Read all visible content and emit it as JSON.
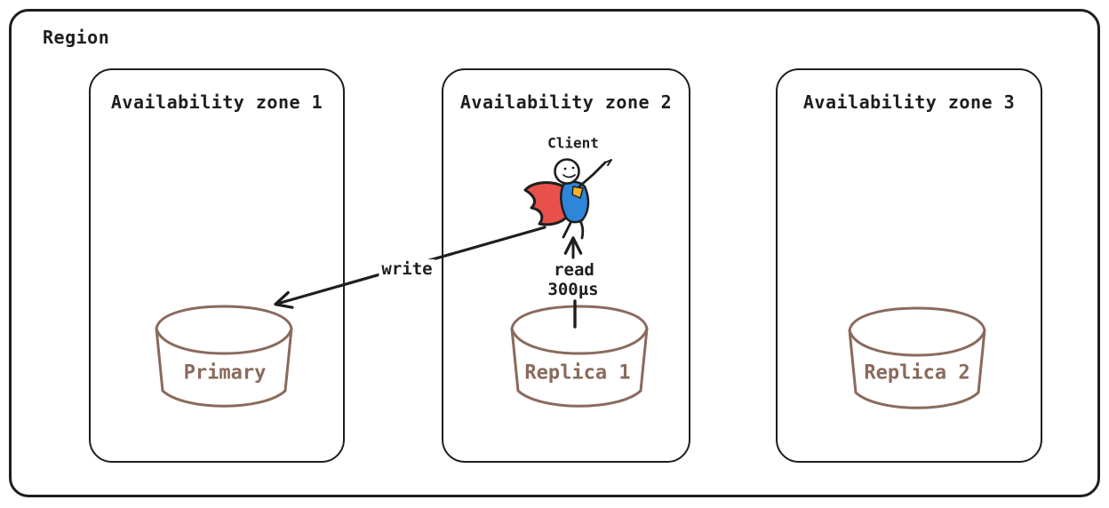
{
  "region": {
    "label": "Region"
  },
  "zones": [
    {
      "label": "Availability zone 1"
    },
    {
      "label": "Availability zone 2"
    },
    {
      "label": "Availability zone 3"
    }
  ],
  "client": {
    "label": "Client",
    "icon": "superhero-stick-figure"
  },
  "databases": [
    {
      "label": "Primary"
    },
    {
      "label": "Replica 1"
    },
    {
      "label": "Replica 2"
    }
  ],
  "arrows": {
    "write": {
      "label": "write",
      "from": "Client",
      "to": "Primary"
    },
    "read": {
      "label": "read",
      "latency": "300µs",
      "from": "Replica 1",
      "to": "Client"
    }
  },
  "colors": {
    "line": "#1e1e1e",
    "database": "#8a6a5c",
    "cape_red": "#e8504a",
    "suit_blue": "#2e86d9",
    "emblem_yellow": "#f0b429"
  }
}
